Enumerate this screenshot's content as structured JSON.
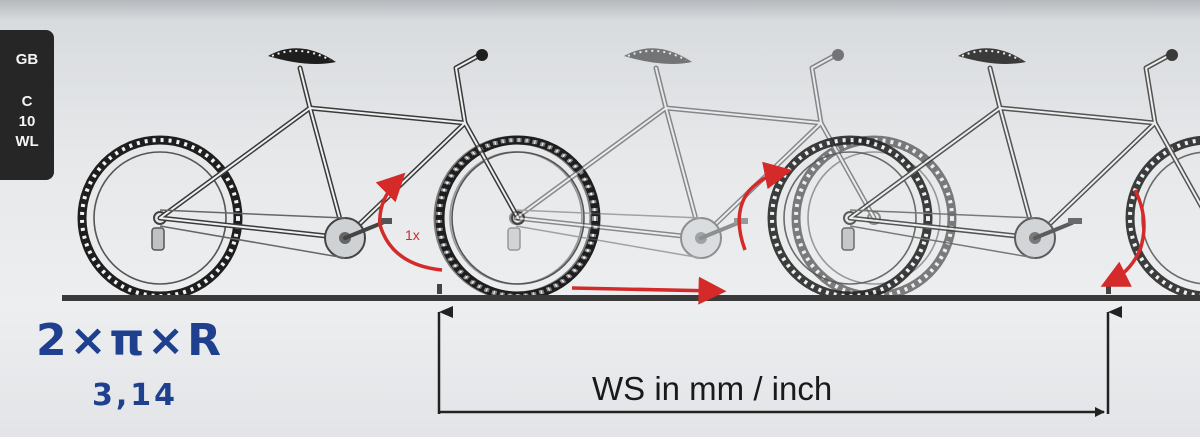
{
  "side_tab": {
    "language": "GB",
    "code_lines": [
      "C",
      "10",
      "WL"
    ]
  },
  "diagram": {
    "wheel_rotation_label": "1x",
    "measurement_label": "WS in mm / inch"
  },
  "handwriting": {
    "formula": "2×π×R",
    "pi_value": "3,14"
  },
  "colors": {
    "arrow_red": "#d42a2a",
    "ink_blue": "#1f3f8f",
    "line_dark": "#2a2a2a",
    "tab_bg": "#262626"
  }
}
